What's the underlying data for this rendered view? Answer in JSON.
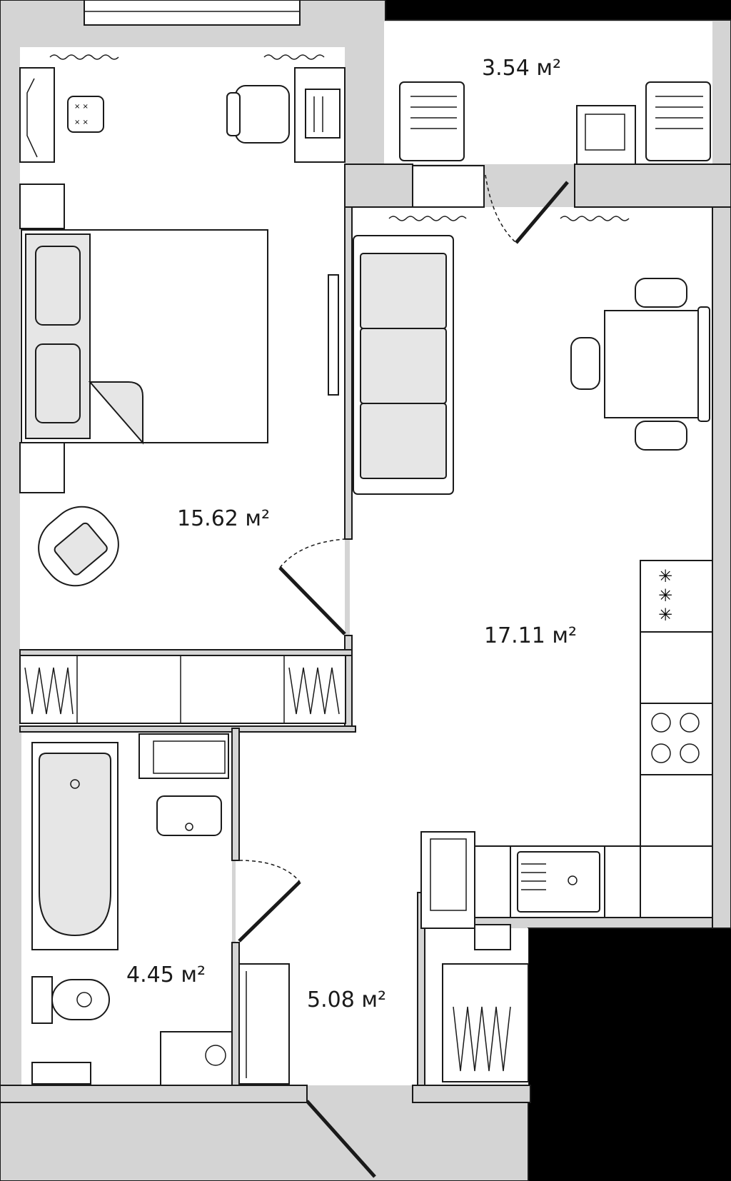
{
  "floor_plan": {
    "rooms": [
      {
        "id": "bedroom",
        "area": "15.62 м²"
      },
      {
        "id": "living_kitchen",
        "area": "17.11 м²"
      },
      {
        "id": "balcony",
        "area": "3.54 м²"
      },
      {
        "id": "bathroom",
        "area": "4.45 м²"
      },
      {
        "id": "hallway",
        "area": "5.08 м²"
      }
    ],
    "colors": {
      "background": "#000000",
      "walls": "#d4d4d4",
      "floor": "#ffffff",
      "furniture_fill": "#e6e6e6",
      "lines": "#1a1a1a"
    }
  }
}
